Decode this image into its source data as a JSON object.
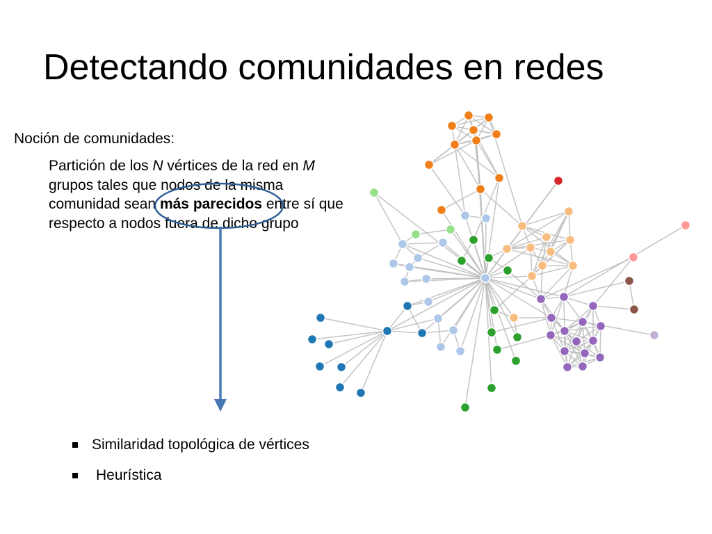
{
  "slide": {
    "title": "Detectando comunidades en redes",
    "heading": "Noción de comunidades:",
    "definition": {
      "part1": "Partición de los ",
      "n": "N",
      "part2": " vértices de la red en ",
      "m": "M",
      "part3": " grupos tales que nodos de la misma comunidad sean ",
      "emphasis": "más parecidos",
      "part4": " entre sí que respecto a nodos fuera de dicho grupo"
    },
    "bullets": [
      "Similaridad topológica de vértices",
      "Heurística"
    ]
  },
  "colors": {
    "arrow": "#4a78b5",
    "ellipse": "#2f5f96",
    "edge": "#bdbdbd",
    "orange": "#f07f1a",
    "light-orange": "#f7bd80",
    "light-blue": "#aec7e8",
    "blue": "#1f77b4",
    "green": "#2ca02c",
    "light-green": "#98df8a",
    "purple": "#9467bd",
    "brown": "#8c564b",
    "red": "#d62728",
    "pink": "#ff9896",
    "lavender": "#c5b0d5"
  }
}
